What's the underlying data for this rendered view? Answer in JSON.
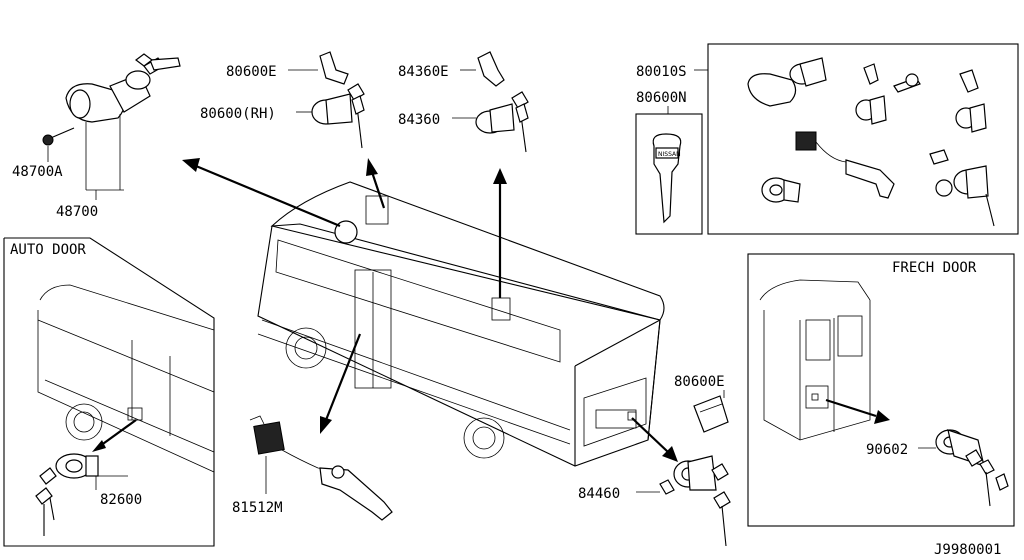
{
  "diagram_id": "J9980001",
  "panels": {
    "auto_door": {
      "title": "AUTO DOOR"
    },
    "french_door": {
      "title": "FRECH DOOR"
    }
  },
  "callouts": {
    "p48700a": "48700A",
    "p48700": "48700",
    "p80600e_top": "80600E",
    "p80600rh": "80600(RH)",
    "p84360e": "84360E",
    "p84360": "84360",
    "p80010s": "80010S",
    "p80600n": "80600N",
    "p82600": "82600",
    "p81512m": "81512M",
    "p80600e_rear": "80600E",
    "p84460": "84460",
    "p90602": "90602"
  },
  "key_brand": "NISSAN"
}
